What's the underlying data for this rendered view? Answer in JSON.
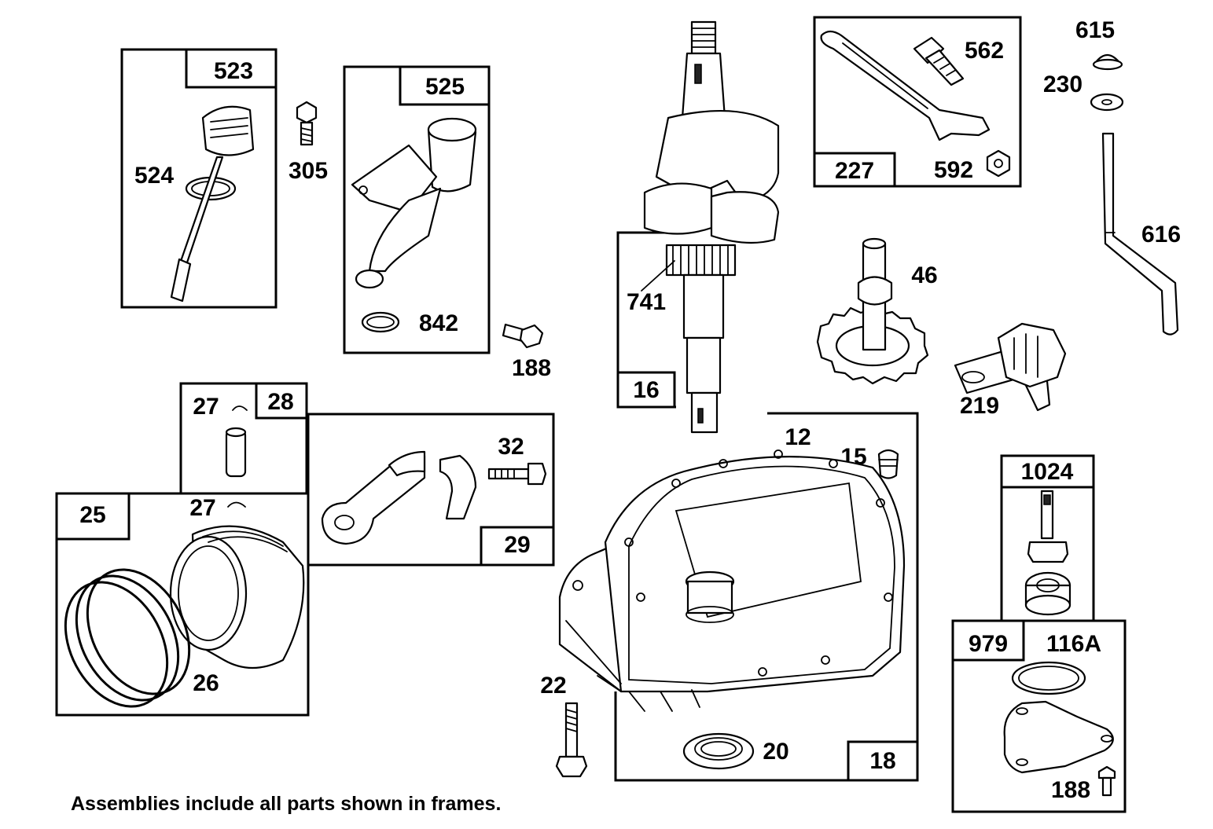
{
  "labels": {
    "p523": "523",
    "p524": "524",
    "p305": "305",
    "p525": "525",
    "p842": "842",
    "p188a": "188",
    "p741": "741",
    "p16": "16",
    "p227": "227",
    "p562": "562",
    "p592": "592",
    "p615": "615",
    "p230": "230",
    "p616": "616",
    "p46": "46",
    "p219": "219",
    "p28": "28",
    "p27a": "27",
    "p27b": "27",
    "p25": "25",
    "p26": "26",
    "p32": "32",
    "p29": "29",
    "p12": "12",
    "p15": "15",
    "p18": "18",
    "p20": "20",
    "p22": "22",
    "p1024": "1024",
    "p979": "979",
    "p116a": "116A",
    "p188b": "188"
  },
  "footnote": "Assemblies include all parts shown in frames."
}
